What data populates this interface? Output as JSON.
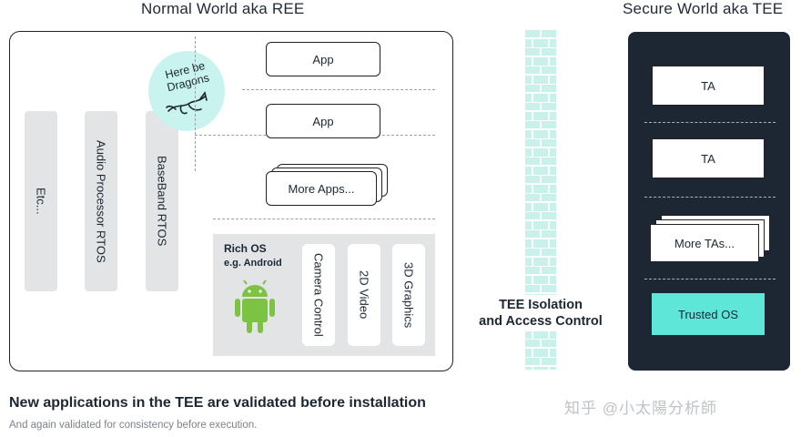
{
  "ree": {
    "title": "Normal World aka REE",
    "badge": "Here be Dragons",
    "side_columns": [
      "Etc...",
      "Audio Processor RTOS",
      "BaseBand RTOS"
    ],
    "apps": [
      "App",
      "App"
    ],
    "more_apps": "More Apps...",
    "rich_os": {
      "line1": "Rich OS",
      "line2": "e.g. Android"
    },
    "components": [
      "Camera Control",
      "2D Video",
      "3D Graphics"
    ]
  },
  "isolation": {
    "line1": "TEE Isolation",
    "line2": "and Access Control"
  },
  "tee": {
    "title": "Secure World aka TEE",
    "tas": [
      "TA",
      "TA"
    ],
    "more_tas": "More TAs...",
    "trusted_os": "Trusted OS"
  },
  "footer": {
    "headline": "New applications in the TEE are validated before installation",
    "subtext": "And again validated for consistency before execution."
  },
  "watermark": "知乎 @小太陽分析師",
  "colors": {
    "accent": "#5ee6d8",
    "badge_bg": "#c8f3ee",
    "tee_bg": "#1d2734",
    "wall": "#c9f1ec",
    "android": "#7cc243"
  }
}
